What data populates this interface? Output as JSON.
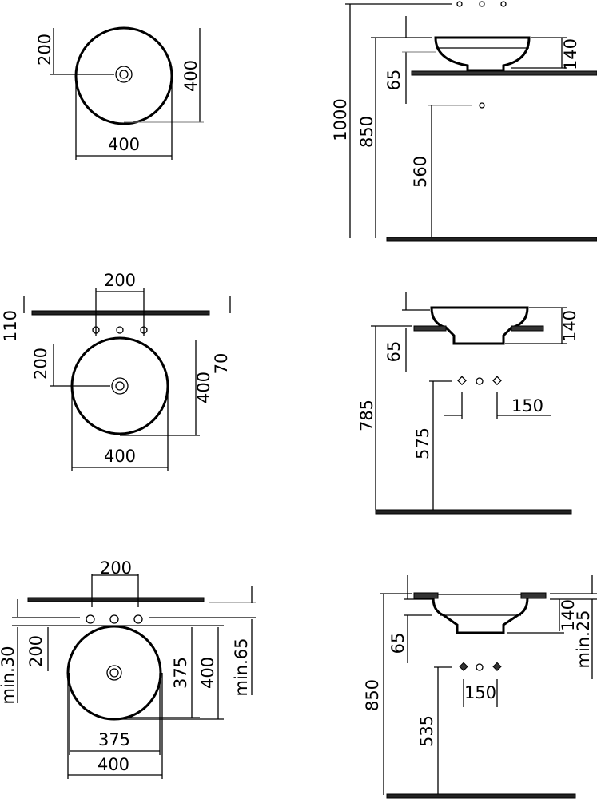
{
  "colors": {
    "line": "#000000",
    "background": "#ffffff"
  },
  "panel_1": {
    "plan": {
      "drain_offset": "200",
      "depth": "400",
      "width": "400"
    },
    "elevation": {
      "total_height": "1000",
      "rim_height": "850",
      "basin_height": "140",
      "drain_drop": "65",
      "outlet_height": "560"
    }
  },
  "panel_2": {
    "plan": {
      "tap_spacing": "200",
      "counter_offset": "110",
      "drain_offset": "200",
      "depth": "400",
      "tap_clearance": "70",
      "width": "400"
    },
    "elevation": {
      "basin_height": "140",
      "drain_drop": "65",
      "counter_height": "785",
      "tap_spacing": "150",
      "outlet_height": "575"
    }
  },
  "panel_3": {
    "plan": {
      "tap_spacing": "200",
      "min_front": "min.30",
      "drain_offset": "200",
      "inner_depth": "375",
      "depth": "400",
      "min_back": "min.65",
      "inner_width": "375",
      "width": "400"
    },
    "elevation": {
      "basin_height": "140",
      "min_counter": "min.25",
      "drain_drop": "65",
      "counter_height": "850",
      "tap_spacing": "150",
      "outlet_height": "535"
    }
  }
}
